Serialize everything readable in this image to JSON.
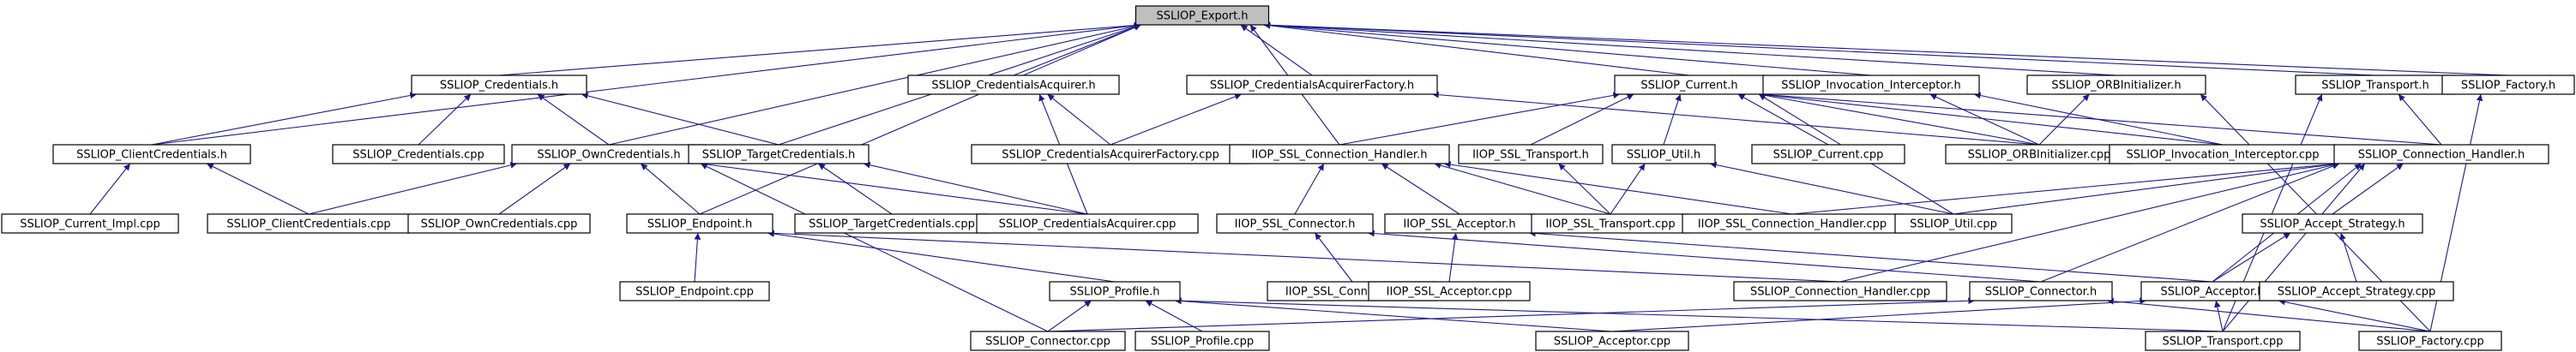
{
  "diagram": {
    "root": "SSLIOP_Export.h",
    "nodes": [
      {
        "id": "export_h",
        "label": "SSLIOP_Export.h",
        "root": true
      },
      {
        "id": "credentials_h",
        "label": "SSLIOP_Credentials.h"
      },
      {
        "id": "cred_acq_h",
        "label": "SSLIOP_CredentialsAcquirer.h"
      },
      {
        "id": "cred_acq_fac_h",
        "label": "SSLIOP_CredentialsAcquirerFactory.h"
      },
      {
        "id": "current_h",
        "label": "SSLIOP_Current.h"
      },
      {
        "id": "inv_int_h",
        "label": "SSLIOP_Invocation_Interceptor.h"
      },
      {
        "id": "orbinit_h",
        "label": "SSLIOP_ORBInitializer.h"
      },
      {
        "id": "transport_h",
        "label": "SSLIOP_Transport.h"
      },
      {
        "id": "factory_h",
        "label": "SSLIOP_Factory.h"
      },
      {
        "id": "client_cred_h",
        "label": "SSLIOP_ClientCredentials.h"
      },
      {
        "id": "credentials_cpp",
        "label": "SSLIOP_Credentials.cpp"
      },
      {
        "id": "own_cred_h",
        "label": "SSLIOP_OwnCredentials.h"
      },
      {
        "id": "target_cred_h",
        "label": "SSLIOP_TargetCredentials.h"
      },
      {
        "id": "cred_acq_fac_cpp",
        "label": "SSLIOP_CredentialsAcquirerFactory.cpp"
      },
      {
        "id": "iiop_conn_handler_h",
        "label": "IIOP_SSL_Connection_Handler.h"
      },
      {
        "id": "iiop_transport_h",
        "label": "IIOP_SSL_Transport.h"
      },
      {
        "id": "util_h",
        "label": "SSLIOP_Util.h"
      },
      {
        "id": "current_cpp",
        "label": "SSLIOP_Current.cpp"
      },
      {
        "id": "orbinit_cpp",
        "label": "SSLIOP_ORBInitializer.cpp"
      },
      {
        "id": "inv_int_cpp",
        "label": "SSLIOP_Invocation_Interceptor.cpp"
      },
      {
        "id": "conn_handler_h",
        "label": "SSLIOP_Connection_Handler.h"
      },
      {
        "id": "current_impl_cpp",
        "label": "SSLIOP_Current_Impl.cpp"
      },
      {
        "id": "client_cred_cpp",
        "label": "SSLIOP_ClientCredentials.cpp"
      },
      {
        "id": "own_cred_cpp",
        "label": "SSLIOP_OwnCredentials.cpp"
      },
      {
        "id": "endpoint_h",
        "label": "SSLIOP_Endpoint.h"
      },
      {
        "id": "target_cred_cpp",
        "label": "SSLIOP_TargetCredentials.cpp"
      },
      {
        "id": "cred_acq_cpp",
        "label": "SSLIOP_CredentialsAcquirer.cpp"
      },
      {
        "id": "iiop_connector_h",
        "label": "IIOP_SSL_Connector.h"
      },
      {
        "id": "iiop_acceptor_h",
        "label": "IIOP_SSL_Acceptor.h"
      },
      {
        "id": "iiop_transport_cpp",
        "label": "IIOP_SSL_Transport.cpp"
      },
      {
        "id": "iiop_conn_handler_cpp",
        "label": "IIOP_SSL_Connection_Handler.cpp"
      },
      {
        "id": "util_cpp",
        "label": "SSLIOP_Util.cpp"
      },
      {
        "id": "accept_strategy_h",
        "label": "SSLIOP_Accept_Strategy.h"
      },
      {
        "id": "endpoint_cpp",
        "label": "SSLIOP_Endpoint.cpp"
      },
      {
        "id": "profile_h",
        "label": "SSLIOP_Profile.h"
      },
      {
        "id": "iiop_connector_cpp",
        "label": "IIOP_SSL_Connector.cpp"
      },
      {
        "id": "iiop_acceptor_cpp",
        "label": "IIOP_SSL_Acceptor.cpp"
      },
      {
        "id": "conn_handler_cpp",
        "label": "SSLIOP_Connection_Handler.cpp"
      },
      {
        "id": "connector_h",
        "label": "SSLIOP_Connector.h"
      },
      {
        "id": "acceptor_h",
        "label": "SSLIOP_Acceptor.h"
      },
      {
        "id": "accept_strategy_cpp",
        "label": "SSLIOP_Accept_Strategy.cpp"
      },
      {
        "id": "connector_cpp",
        "label": "SSLIOP_Connector.cpp"
      },
      {
        "id": "profile_cpp",
        "label": "SSLIOP_Profile.cpp"
      },
      {
        "id": "acceptor_cpp",
        "label": "SSLIOP_Acceptor.cpp"
      },
      {
        "id": "transport_cpp",
        "label": "SSLIOP_Transport.cpp"
      },
      {
        "id": "factory_cpp",
        "label": "SSLIOP_Factory.cpp"
      }
    ],
    "edges": [
      [
        "credentials_h",
        "export_h"
      ],
      [
        "cred_acq_h",
        "export_h"
      ],
      [
        "cred_acq_fac_h",
        "export_h"
      ],
      [
        "current_h",
        "export_h"
      ],
      [
        "inv_int_h",
        "export_h"
      ],
      [
        "orbinit_h",
        "export_h"
      ],
      [
        "transport_h",
        "export_h"
      ],
      [
        "factory_h",
        "export_h"
      ],
      [
        "client_cred_h",
        "export_h"
      ],
      [
        "own_cred_h",
        "export_h"
      ],
      [
        "target_cred_h",
        "export_h"
      ],
      [
        "endpoint_h",
        "export_h"
      ],
      [
        "iiop_conn_handler_h",
        "export_h"
      ],
      [
        "client_cred_h",
        "credentials_h"
      ],
      [
        "credentials_cpp",
        "credentials_h"
      ],
      [
        "own_cred_h",
        "credentials_h"
      ],
      [
        "target_cred_h",
        "credentials_h"
      ],
      [
        "cred_acq_fac_cpp",
        "cred_acq_h"
      ],
      [
        "cred_acq_cpp",
        "cred_acq_h"
      ],
      [
        "cred_acq_fac_cpp",
        "cred_acq_fac_h"
      ],
      [
        "orbinit_cpp",
        "cred_acq_fac_h"
      ],
      [
        "iiop_transport_h",
        "current_h"
      ],
      [
        "util_h",
        "current_h"
      ],
      [
        "current_cpp",
        "current_h"
      ],
      [
        "orbinit_cpp",
        "current_h"
      ],
      [
        "inv_int_cpp",
        "current_h"
      ],
      [
        "conn_handler_h",
        "current_h"
      ],
      [
        "util_cpp",
        "current_h"
      ],
      [
        "iiop_conn_handler_h",
        "current_h"
      ],
      [
        "inv_int_cpp",
        "inv_int_h"
      ],
      [
        "orbinit_cpp",
        "inv_int_h"
      ],
      [
        "orbinit_cpp",
        "orbinit_h"
      ],
      [
        "factory_cpp",
        "orbinit_h"
      ],
      [
        "conn_handler_h",
        "transport_h"
      ],
      [
        "transport_cpp",
        "transport_h"
      ],
      [
        "factory_cpp",
        "factory_h"
      ],
      [
        "current_impl_cpp",
        "client_cred_h"
      ],
      [
        "client_cred_cpp",
        "client_cred_h"
      ],
      [
        "client_cred_cpp",
        "own_cred_h"
      ],
      [
        "own_cred_cpp",
        "own_cred_h"
      ],
      [
        "endpoint_h",
        "own_cred_h"
      ],
      [
        "cred_acq_cpp",
        "own_cred_h"
      ],
      [
        "connector_cpp",
        "own_cred_h"
      ],
      [
        "target_cred_cpp",
        "target_cred_h"
      ],
      [
        "cred_acq_cpp",
        "target_cred_h"
      ],
      [
        "iiop_connector_h",
        "iiop_conn_handler_h"
      ],
      [
        "iiop_acceptor_h",
        "iiop_conn_handler_h"
      ],
      [
        "iiop_transport_cpp",
        "iiop_conn_handler_h"
      ],
      [
        "iiop_conn_handler_cpp",
        "iiop_conn_handler_h"
      ],
      [
        "iiop_transport_cpp",
        "iiop_transport_h"
      ],
      [
        "iiop_transport_cpp",
        "util_h"
      ],
      [
        "util_cpp",
        "util_h"
      ],
      [
        "util_cpp",
        "conn_handler_h"
      ],
      [
        "accept_strategy_h",
        "conn_handler_h"
      ],
      [
        "conn_handler_cpp",
        "conn_handler_h"
      ],
      [
        "connector_h",
        "conn_handler_h"
      ],
      [
        "acceptor_h",
        "conn_handler_h"
      ],
      [
        "transport_cpp",
        "conn_handler_h"
      ],
      [
        "iiop_conn_handler_cpp",
        "conn_handler_h"
      ],
      [
        "endpoint_cpp",
        "endpoint_h"
      ],
      [
        "profile_h",
        "endpoint_h"
      ],
      [
        "conn_handler_cpp",
        "endpoint_h"
      ],
      [
        "iiop_connector_cpp",
        "iiop_connector_h"
      ],
      [
        "connector_h",
        "iiop_connector_h"
      ],
      [
        "iiop_acceptor_cpp",
        "iiop_acceptor_h"
      ],
      [
        "acceptor_h",
        "iiop_acceptor_h"
      ],
      [
        "acceptor_h",
        "accept_strategy_h"
      ],
      [
        "accept_strategy_cpp",
        "accept_strategy_h"
      ],
      [
        "connector_cpp",
        "profile_h"
      ],
      [
        "profile_cpp",
        "profile_h"
      ],
      [
        "acceptor_cpp",
        "profile_h"
      ],
      [
        "transport_cpp",
        "profile_h"
      ],
      [
        "connector_cpp",
        "connector_h"
      ],
      [
        "factory_cpp",
        "connector_h"
      ],
      [
        "acceptor_cpp",
        "acceptor_h"
      ],
      [
        "factory_cpp",
        "acceptor_h"
      ],
      [
        "transport_cpp",
        "acceptor_h"
      ]
    ]
  },
  "colors": {
    "edge": "#1a1a8c",
    "root_fill": "#bfbfbf",
    "node_fill": "#ffffff",
    "node_border": "#000000"
  }
}
